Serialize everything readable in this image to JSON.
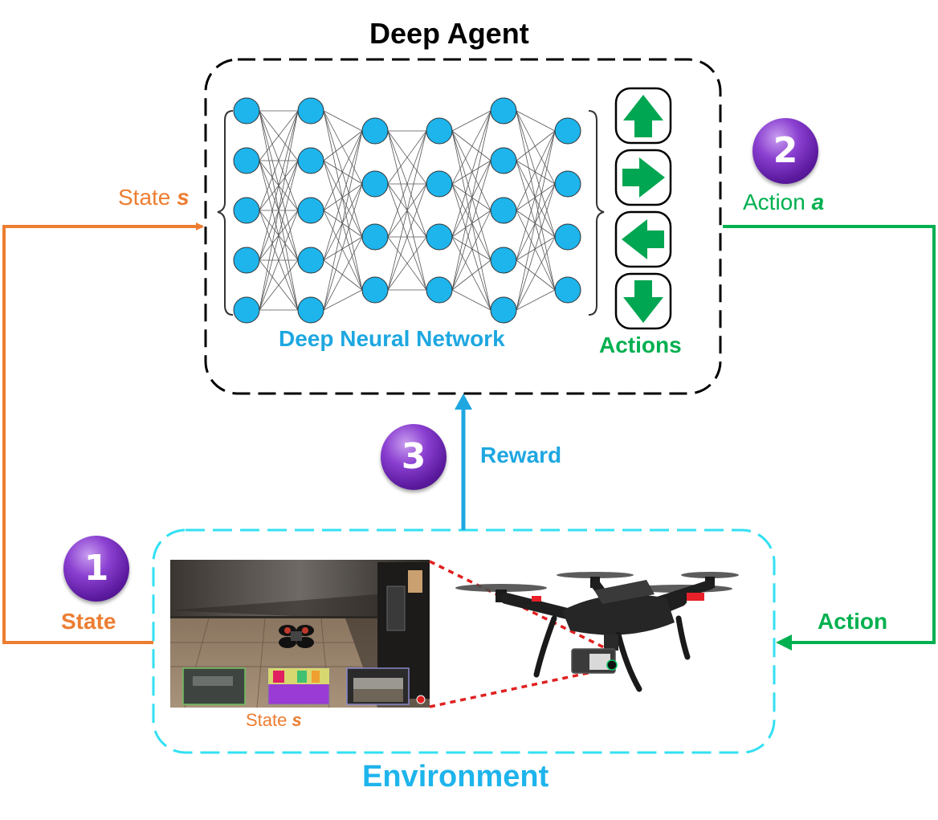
{
  "title": "Deep Agent",
  "network_label": "Deep Neural Network",
  "actions_label": "Actions",
  "environment_label": "Environment",
  "state_top": {
    "text": "State ",
    "var": "s"
  },
  "action_top": {
    "text": "Action ",
    "var": "a"
  },
  "reward_label": "Reward",
  "state_bottom_label": "State",
  "action_bottom_label": "Action",
  "screenshot_caption": {
    "text": "State ",
    "var": "s"
  },
  "steps": [
    {
      "number": "1"
    },
    {
      "number": "2"
    },
    {
      "number": "3"
    }
  ],
  "action_icons": [
    "arrow-up-icon",
    "arrow-right-icon",
    "arrow-left-icon",
    "arrow-down-icon"
  ],
  "network_layers": [
    5,
    5,
    4,
    4,
    5,
    4
  ],
  "colors": {
    "state": "#ED7D31",
    "action": "#00B050",
    "reward": "#1EA7E1",
    "neuron": "#1EB4EC",
    "environment_border": "#33E0F2",
    "badge": "#7030A0"
  }
}
